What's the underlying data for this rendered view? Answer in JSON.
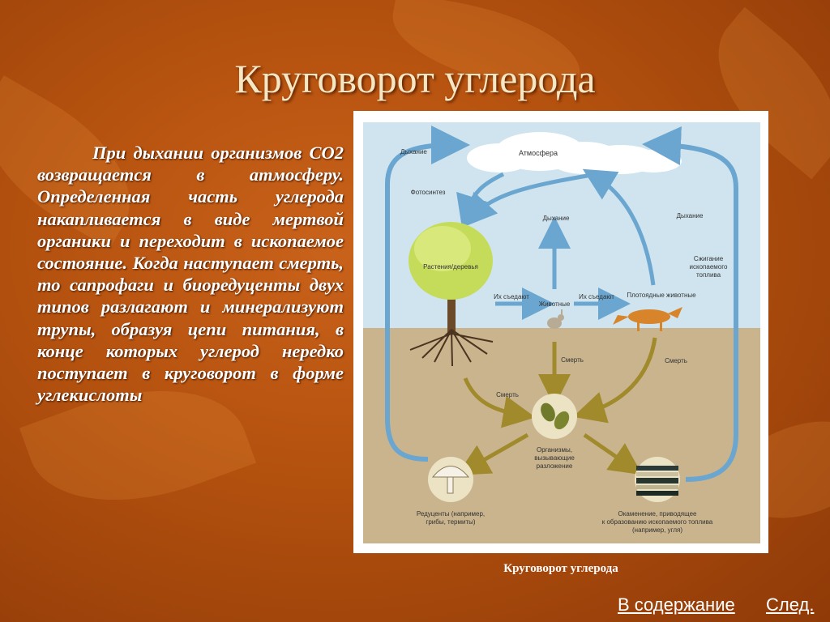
{
  "slide": {
    "title": "Круговорот углерода",
    "text": "При дыхании организмов CO2 возвращается в атмосферу. Определенная часть углерода накапливается в виде мертвой органики и переходит в ископаемое состояние. Когда наступает смерть, то сапрофаги и биоредуценты двух типов разлагают и минерализуют трупы, образуя цепи питания, в конце которых углерод нередко поступает в круговорот в форме углекислоты",
    "caption": "Круговорот углерода"
  },
  "diagram": {
    "atmosphere": "Атмосфера",
    "respiration_left": "Дыхание",
    "photosynthesis": "Фотосинтез",
    "respiration_middle": "Дыхание",
    "respiration_right": "Дыхание",
    "burning_1": "Сжигание",
    "burning_2": "ископаемого",
    "burning_3": "топлива",
    "plants": "Растения/деревья",
    "eaten_1": "Их съедают",
    "animals": "Животные",
    "eaten_2": "Их съедают",
    "carnivores": "Плотоядные животные",
    "death_left": "Смерть",
    "death_middle": "Смерть",
    "death_right": "Смерть",
    "decomposers_1": "Организмы,",
    "decomposers_2": "вызывающие",
    "decomposers_3": "разложение",
    "reducers_1": "Редуценты (например,",
    "reducers_2": "грибы, термиты)",
    "fossil_1": "Окаменение, приводящее",
    "fossil_2": "к образованию ископаемого топлива",
    "fossil_3": "(например, угля)"
  },
  "nav": {
    "contents": "В содержание",
    "next": "След."
  },
  "colors": {
    "background": "#b5520f",
    "sky": "#cfe4ef",
    "soil": "#c9b48d",
    "blue_arrow": "#6aa6cf",
    "brown_arrow": "#a08a2c"
  }
}
